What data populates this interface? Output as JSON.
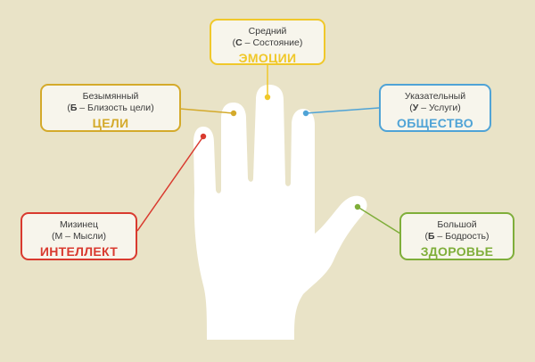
{
  "background_color": "#e9e3c7",
  "hand_color": "#ffffff",
  "fingers": {
    "middle": {
      "name": "Средний",
      "letter": "С",
      "meaning": "Состояние",
      "category": "ЭМОЦИИ",
      "color": "#f0c82a"
    },
    "ring": {
      "name": "Безымянный",
      "letter": "Б",
      "meaning": "Близость цели",
      "category": "ЦЕЛИ",
      "color": "#d4aa2b"
    },
    "index": {
      "name": "Указательный",
      "letter": "У",
      "meaning": "Услуги",
      "category": "ОБЩЕСТВО",
      "color": "#4fa3d6"
    },
    "pinky": {
      "name": "Мизинец",
      "letter": "М",
      "meaning": "Мысли",
      "category": "ИНТЕЛЛЕКТ",
      "color": "#d93a2f"
    },
    "thumb": {
      "name": "Большой",
      "letter": "Б",
      "meaning": "Бодрость",
      "category": "ЗДОРОВЬЕ",
      "color": "#7fae3a"
    }
  },
  "separator": " – "
}
